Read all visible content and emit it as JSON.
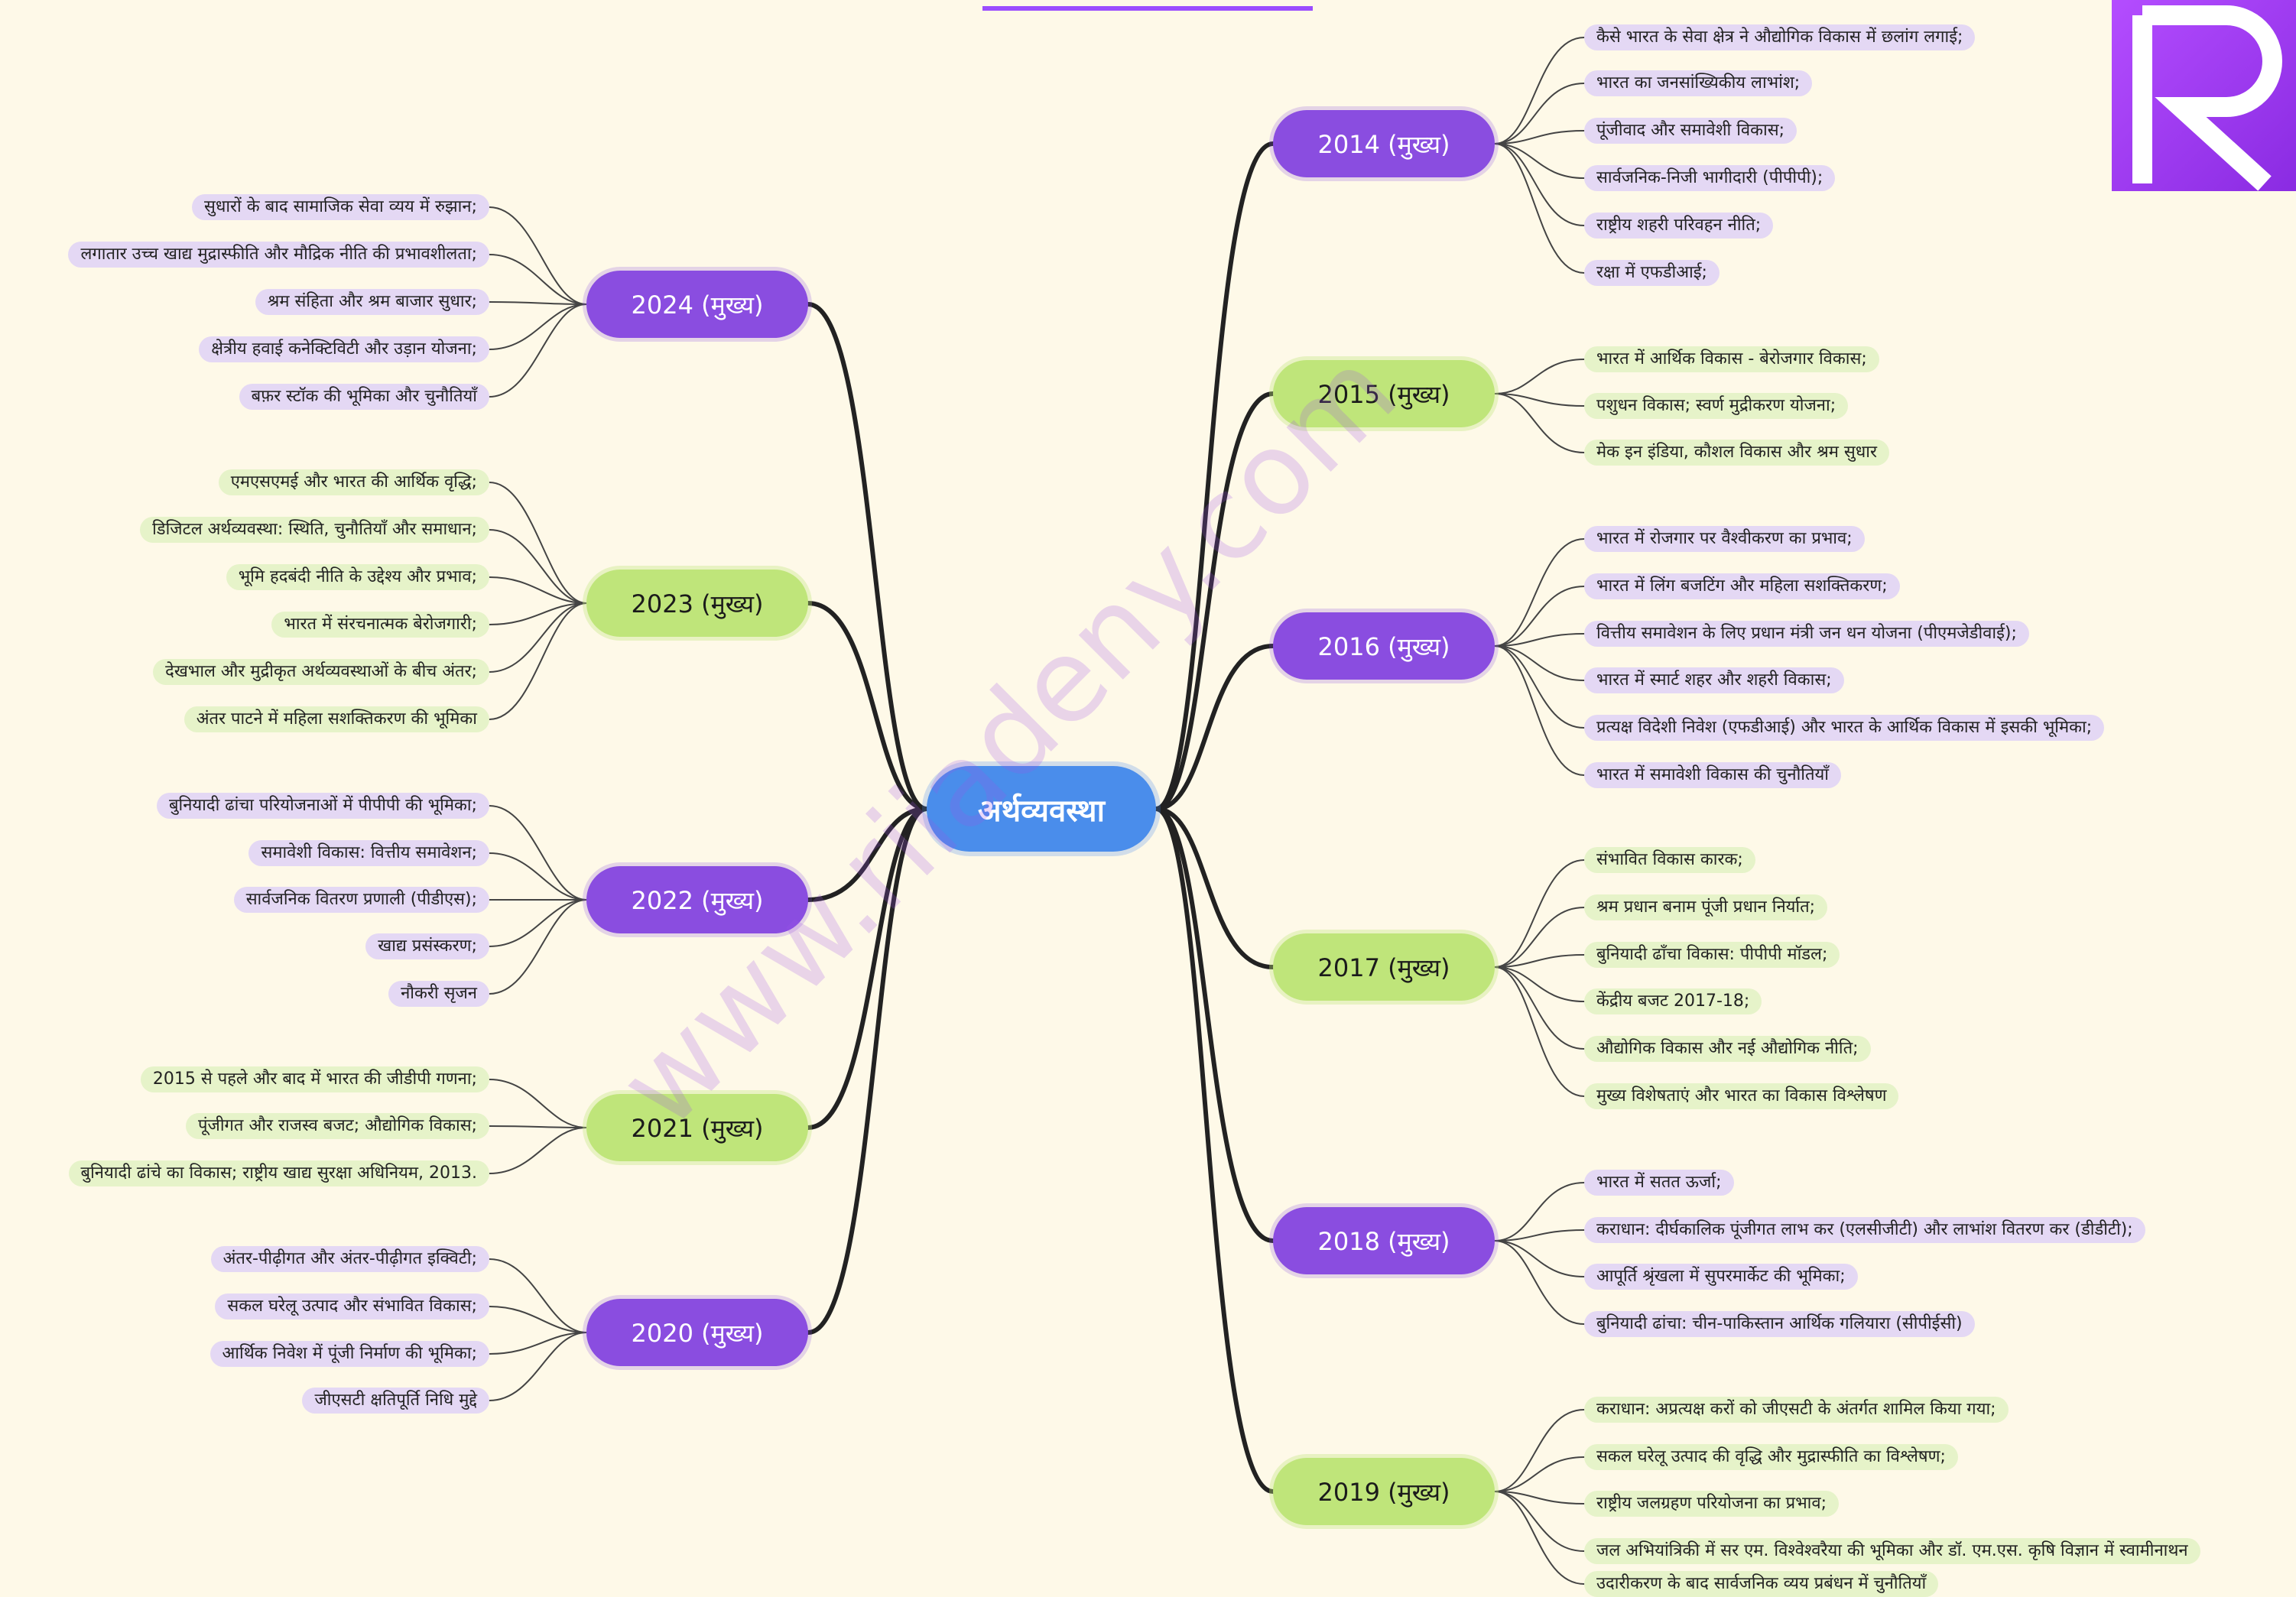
{
  "center": {
    "label": "अर्थव्यवस्था"
  },
  "watermark": "www.riiadeny.com",
  "colors": {
    "purple": "#8A4DE0",
    "green": "#BFE57A",
    "center": "#4A8DEB",
    "background": "#FEF9E8"
  },
  "branches": [
    {
      "year": "2014 (मुख्य)",
      "side": "right",
      "color": "purple",
      "topics": [
        "कैसे भारत के सेवा क्षेत्र ने औद्योगिक विकास में छलांग लगाई;",
        "भारत का जनसांख्यिकीय लाभांश;",
        "पूंजीवाद और समावेशी विकास;",
        "सार्वजनिक-निजी भागीदारी (पीपीपी);",
        "राष्ट्रीय शहरी परिवहन नीति;",
        "रक्षा में एफडीआई;"
      ]
    },
    {
      "year": "2015 (मुख्य)",
      "side": "right",
      "color": "green",
      "topics": [
        "भारत में आर्थिक विकास - बेरोजगार विकास;",
        "पशुधन विकास; स्वर्ण मुद्रीकरण योजना;",
        "मेक इन इंडिया, कौशल विकास और श्रम सुधार"
      ]
    },
    {
      "year": "2016 (मुख्य)",
      "side": "right",
      "color": "purple",
      "topics": [
        "भारत में रोजगार पर वैश्वीकरण का प्रभाव;",
        "भारत में लिंग बजटिंग और महिला सशक्तिकरण;",
        "वित्तीय समावेशन के लिए प्रधान मंत्री जन धन योजना (पीएमजेडीवाई);",
        "भारत में स्मार्ट शहर और शहरी विकास;",
        "प्रत्यक्ष विदेशी निवेश (एफडीआई) और भारत के आर्थिक विकास में इसकी भूमिका;",
        "भारत में समावेशी विकास की चुनौतियाँ"
      ]
    },
    {
      "year": "2017 (मुख्य)",
      "side": "right",
      "color": "green",
      "topics": [
        "संभावित विकास कारक;",
        "श्रम प्रधान बनाम पूंजी प्रधान निर्यात;",
        "बुनियादी ढाँचा विकास: पीपीपी मॉडल;",
        "केंद्रीय बजट 2017-18;",
        "औद्योगिक विकास और नई औद्योगिक नीति;",
        "मुख्य विशेषताएं और भारत का विकास विश्लेषण"
      ]
    },
    {
      "year": "2018 (मुख्य)",
      "side": "right",
      "color": "purple",
      "topics": [
        "भारत में सतत ऊर्जा;",
        "कराधान: दीर्घकालिक पूंजीगत लाभ कर (एलसीजीटी) और लाभांश वितरण कर (डीडीटी);",
        "आपूर्ति श्रृंखला में सुपरमार्केट की भूमिका;",
        "बुनियादी ढांचा: चीन-पाकिस्तान आर्थिक गलियारा (सीपीईसी)"
      ]
    },
    {
      "year": "2019 (मुख्य)",
      "side": "right",
      "color": "green",
      "topics": [
        "कराधान: अप्रत्यक्ष करों को जीएसटी के अंतर्गत शामिल किया गया;",
        "सकल घरेलू उत्पाद की वृद्धि और मुद्रास्फीति का विश्लेषण;",
        "राष्ट्रीय जलग्रहण परियोजना का प्रभाव;",
        "जल अभियांत्रिकी में सर एम. विश्वेश्वरैया की भूमिका और डॉ. एम.एस. कृषि विज्ञान में स्वामीनाथन",
        "उदारीकरण के बाद सार्वजनिक व्यय प्रबंधन में चुनौतियाँ"
      ]
    },
    {
      "year": "2024 (मुख्य)",
      "side": "left",
      "color": "purple",
      "topics": [
        "सुधारों के बाद सामाजिक सेवा व्यय में रुझान;",
        "लगातार उच्च खाद्य मुद्रास्फीति और मौद्रिक नीति की प्रभावशीलता;",
        "श्रम संहिता और श्रम बाजार सुधार;",
        "क्षेत्रीय हवाई कनेक्टिविटी और उड़ान योजना;",
        "बफ़र स्टॉक की भूमिका और चुनौतियाँ"
      ]
    },
    {
      "year": "2023 (मुख्य)",
      "side": "left",
      "color": "green",
      "topics": [
        "एमएसएमई और भारत की आर्थिक वृद्धि;",
        "डिजिटल अर्थव्यवस्था: स्थिति, चुनौतियाँ और समाधान;",
        "भूमि हदबंदी नीति के उद्देश्य और प्रभाव;",
        "भारत में संरचनात्मक बेरोजगारी;",
        "देखभाल और मुद्रीकृत अर्थव्यवस्थाओं के बीच अंतर;",
        "अंतर पाटने में महिला सशक्तिकरण की भूमिका"
      ]
    },
    {
      "year": "2022 (मुख्य)",
      "side": "left",
      "color": "purple",
      "topics": [
        "बुनियादी ढांचा परियोजनाओं में पीपीपी की भूमिका;",
        "समावेशी विकास: वित्तीय समावेशन;",
        "सार्वजनिक वितरण प्रणाली (पीडीएस);",
        "खाद्य प्रसंस्करण;",
        "नौकरी सृजन"
      ]
    },
    {
      "year": "2021 (मुख्य)",
      "side": "left",
      "color": "green",
      "topics": [
        "2015 से पहले और बाद में भारत की जीडीपी गणना;",
        "पूंजीगत और राजस्व बजट; औद्योगिक विकास;",
        "बुनियादी ढांचे का विकास; राष्ट्रीय खाद्य सुरक्षा अधिनियम, 2013."
      ]
    },
    {
      "year": "2020 (मुख्य)",
      "side": "left",
      "color": "purple",
      "topics": [
        "अंतर-पीढ़ीगत और अंतर-पीढ़ीगत इक्विटी;",
        "सकल घरेलू उत्पाद और संभावित विकास;",
        "आर्थिक निवेश में पूंजी निर्माण की भूमिका;",
        "जीएसटी क्षतिपूर्ति निधि मुद्दे"
      ]
    }
  ]
}
